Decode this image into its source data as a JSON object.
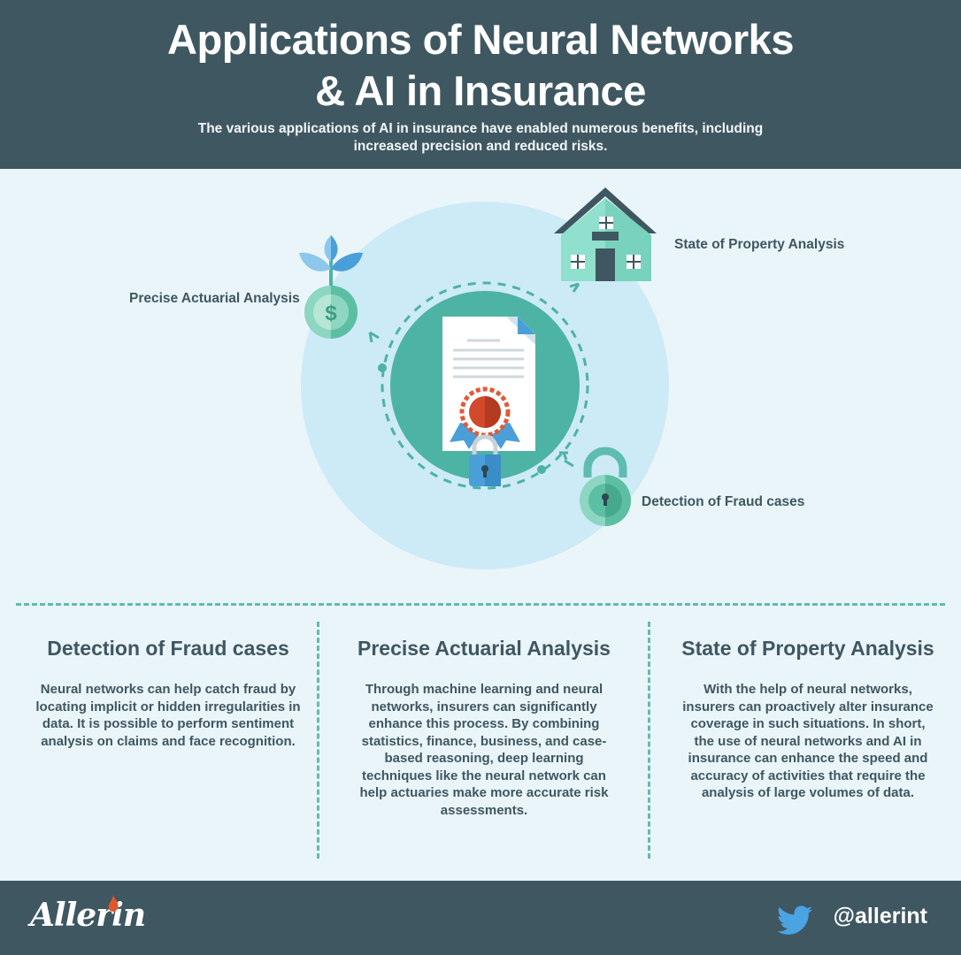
{
  "header": {
    "title": "Applications of Neural Networks & AI in Insurance",
    "subtitle": "The various applications of AI in insurance have enabled numerous benefits, including increased precision and reduced risks."
  },
  "hero_labels": {
    "actuarial": "Precise Actuarial Analysis",
    "property": "State of Property Analysis",
    "fraud": "Detection of Fraud cases"
  },
  "columns": [
    {
      "title": "Detection of Fraud cases",
      "body": "Neural networks can help catch fraud by locating implicit or hidden irregularities in data. It is possible to perform sentiment analysis on claims and face recognition."
    },
    {
      "title": "Precise Actuarial Analysis",
      "body": "Through machine learning and neural networks, insurers can significantly enhance this process. By combining statistics, finance, business, and case-based reasoning, deep learning techniques like the neural network can help actuaries make more accurate risk assessments."
    },
    {
      "title": "State of Property Analysis",
      "body": "With the help of neural networks, insurers can proactively alter insurance coverage in such situations. In short, the use of neural networks and AI in insurance can enhance the speed and accuracy of activities that require the analysis of large volumes of data."
    }
  ],
  "footer": {
    "logo": "Allerin",
    "twitter_handle": "@allerint"
  },
  "icons": {
    "plant_coin": "plant-dollar-coin-icon",
    "house": "house-icon",
    "document": "certificate-document-icon",
    "lock": "padlock-icon",
    "twitter": "twitter-bird-icon"
  },
  "colors": {
    "header_bg": "#3f5761",
    "page_bg": "#eaf5fa",
    "accent_teal": "#5fbcb0",
    "circle_light": "#cdeaf7",
    "circle_teal": "#4db3a5"
  }
}
